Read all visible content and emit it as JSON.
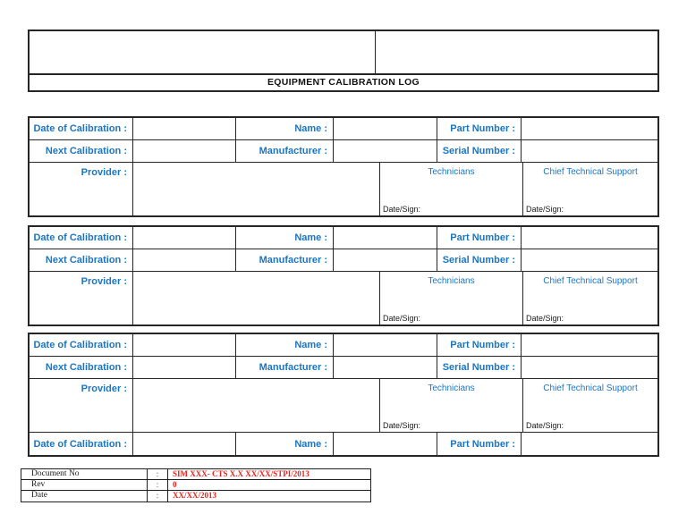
{
  "header": {
    "left_cell": "",
    "right_cell": "",
    "title": "EQUIPMENT CALIBRATION LOG"
  },
  "labels": {
    "date_of_calibration": "Date of Calibration :",
    "name": "Name :",
    "part_number": "Part Number :",
    "next_calibration": "Next Calibration :",
    "manufacturer": "Manufacturer :",
    "serial_number": "Serial Number :",
    "provider": "Provider :",
    "technicians": "Technicians",
    "chief_technical_support": "Chief Technical Support",
    "date_sign": "Date/Sign:"
  },
  "blocks": [
    {
      "date_of_calibration": "",
      "name": "",
      "part_number": "",
      "next_calibration": "",
      "manufacturer": "",
      "serial_number": "",
      "provider": "",
      "technicians_date_sign": "",
      "chief_date_sign": ""
    },
    {
      "date_of_calibration": "",
      "name": "",
      "part_number": "",
      "next_calibration": "",
      "manufacturer": "",
      "serial_number": "",
      "provider": "",
      "technicians_date_sign": "",
      "chief_date_sign": ""
    },
    {
      "date_of_calibration": "",
      "name": "",
      "part_number": "",
      "next_calibration": "",
      "manufacturer": "",
      "serial_number": "",
      "provider": "",
      "technicians_date_sign": "",
      "chief_date_sign": ""
    }
  ],
  "partial_row": {
    "date_of_calibration": "",
    "name": "",
    "part_number": ""
  },
  "footer_table": {
    "rows": [
      {
        "label": "Document No",
        "separator": ":",
        "value": "SIM XXX- CTS X.X XX/XX/STPI/2013"
      },
      {
        "label": "Rev",
        "separator": ":",
        "value": "0"
      },
      {
        "label": "Date",
        "separator": ":",
        "value": "XX/XX/2013"
      }
    ]
  },
  "colors": {
    "label_blue": "#1b76c2",
    "value_red": "#e8241e",
    "border_dark": "#262626"
  }
}
